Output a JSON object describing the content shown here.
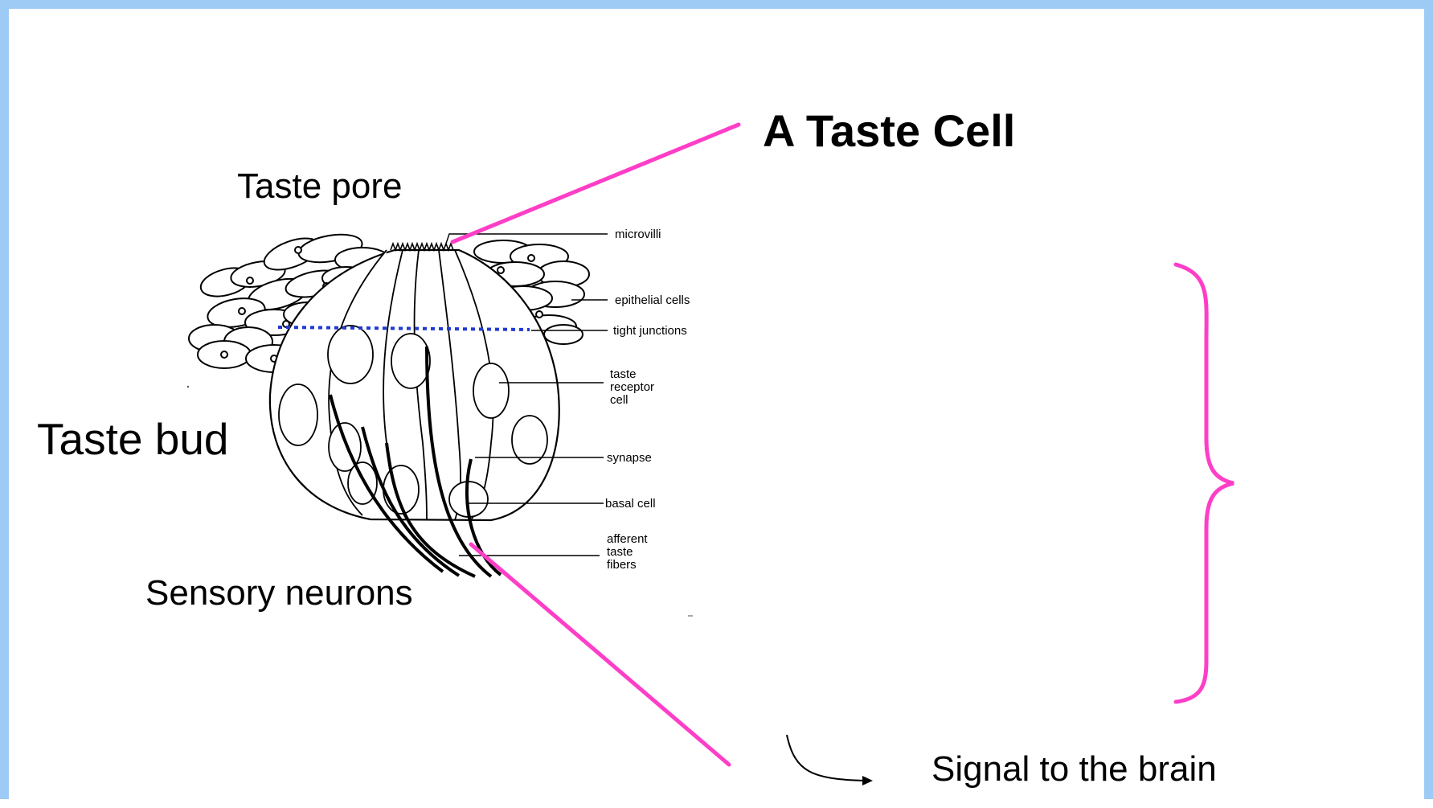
{
  "title": "A Taste Cell",
  "labels": {
    "taste_pore": "Taste pore",
    "taste_bud": "Taste bud",
    "sensory_neurons": "Sensory neurons",
    "signal": "Signal to the brain"
  },
  "diagram_labels": {
    "microvilli": "microvilli",
    "epithelial_cells": "epithelial cells",
    "tight_junctions": "tight junctions",
    "taste_receptor_cell": [
      "taste",
      "receptor",
      "cell"
    ],
    "synapse": "synapse",
    "basal_cell": "basal cell",
    "afferent_taste_fibers": [
      "afferent",
      "taste",
      "fibers"
    ]
  },
  "colors": {
    "border": "#9ecbf5",
    "pointer_lines": "#ff3ec8",
    "tight_junction_dots": "#1f3ad1",
    "ink": "#000000"
  }
}
